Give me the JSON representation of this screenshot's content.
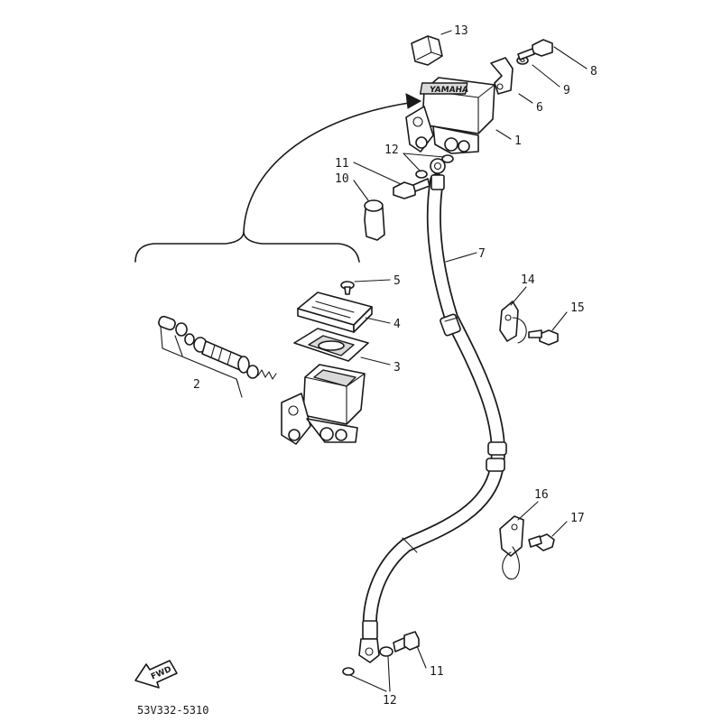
{
  "diagram": {
    "part_code": "53V332-5310",
    "fwd_label": "FWD",
    "callouts": {
      "c1": "1",
      "c2": "2",
      "c3": "3",
      "c4": "4",
      "c5": "5",
      "c6": "6",
      "c7": "7",
      "c8": "8",
      "c9": "9",
      "c10": "10",
      "c11a": "11",
      "c11b": "11",
      "c12a": "12",
      "c12b": "12",
      "c13": "13",
      "c14": "14",
      "c15": "15",
      "c16": "16",
      "c17": "17"
    }
  }
}
